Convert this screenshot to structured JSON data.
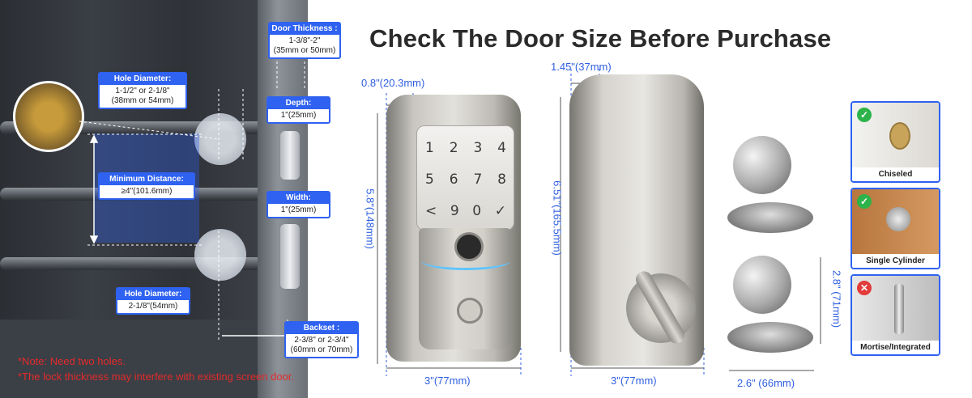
{
  "title": "Check The Door Size Before Purchase",
  "callouts": {
    "door_thickness": {
      "label": "Door Thickness :",
      "value": "1-3/8\"-2\"",
      "value2": "(35mm or 50mm)"
    },
    "hole_diameter_top": {
      "label": "Hole Diameter:",
      "value": "1-1/2\" or 2-1/8\"",
      "value2": "(38mm or 54mm)"
    },
    "depth": {
      "label": "Depth:",
      "value": "1\"(25mm)"
    },
    "minimum_distance": {
      "label": "Minimum Distance:",
      "value": "≥4\"(101.6mm)"
    },
    "width": {
      "label": "Width:",
      "value": "1\"(25mm)"
    },
    "hole_diameter_bottom": {
      "label": "Hole Diameter:",
      "value": "2-1/8\"(54mm)"
    },
    "backset": {
      "label": "Backset :",
      "value": "2-3/8\" or 2-3/4\"",
      "value2": "(60mm or 70mm)"
    }
  },
  "notes": {
    "line1": "*Note: Need two holes.",
    "line2": "*The lock thickness may interfere with existing screen door."
  },
  "dimensions": {
    "front_depth": "0.8\"(20.3mm)",
    "front_height": "5.8\"(148mm)",
    "front_width": "3\"(77mm)",
    "side_depth": "1.45\"(37mm)",
    "side_height": "6.51\"(165.5mm)",
    "side_width": "3\"(77mm)",
    "knob_height": "2.8\" (71mm)",
    "knob_width": "2.6\" (66mm)"
  },
  "keypad": {
    "row1": [
      "1",
      "2",
      "3",
      "4"
    ],
    "row2": [
      "5",
      "6",
      "7",
      "8"
    ],
    "row3": [
      "<",
      "9",
      "0",
      "✓"
    ]
  },
  "door_types": [
    {
      "label": "Chiseled",
      "status": "ok",
      "color": "#2db34a"
    },
    {
      "label": "Single Cylinder",
      "status": "ok",
      "color": "#2db34a"
    },
    {
      "label": "Mortise/Integrated",
      "status": "no",
      "color": "#e23b3b"
    }
  ],
  "colors": {
    "accent": "#2f62f0",
    "dimension": "#2f5fe0",
    "note": "#e32b2b"
  }
}
